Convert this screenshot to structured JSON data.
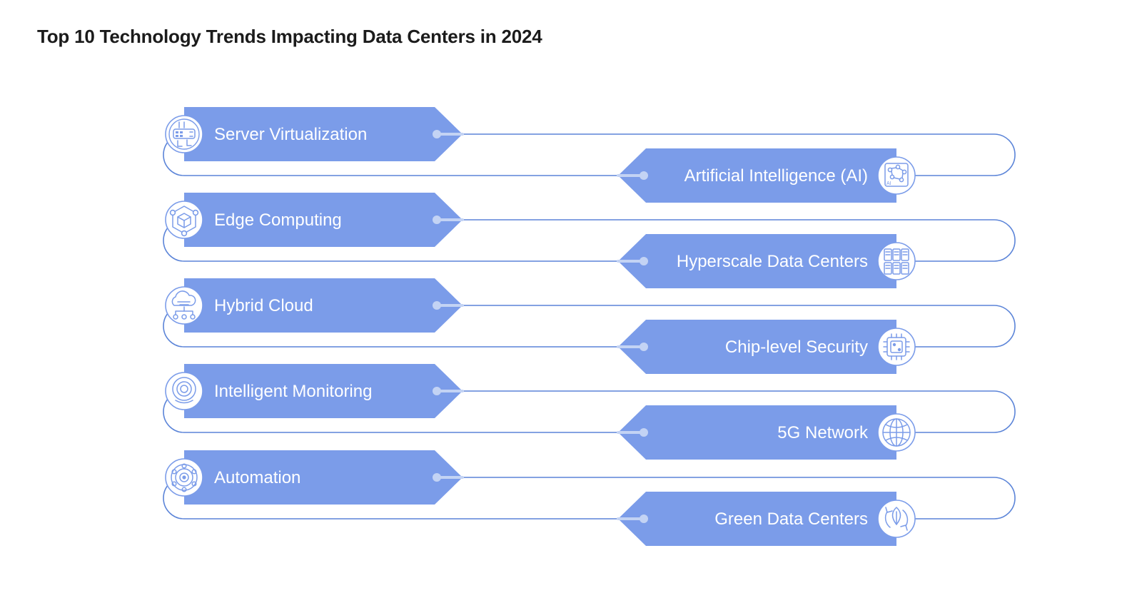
{
  "header": {
    "title": "Top 10 Technology Trends Impacting Data Centers in 2024"
  },
  "theme": {
    "band_fill": "#7b9ce9",
    "outline_stroke": "#5b84d8",
    "stub_color": "#c3d3f4",
    "label_color": "#ffffff",
    "title_color": "#1b1b1b",
    "background": "#ffffff"
  },
  "chart_data": {
    "type": "diagram",
    "title": "Top 10 Technology Trends Impacting Data Centers in 2024",
    "layout": "alternating zig-zag arrow bands with rounded connector rails",
    "count": 10,
    "items": [
      {
        "index": 1,
        "label": "Server Virtualization",
        "side": "left",
        "icon": "server-rack-icon"
      },
      {
        "index": 2,
        "label": "Artificial Intelligence (AI)",
        "side": "right",
        "icon": "ai-circuit-board-icon"
      },
      {
        "index": 3,
        "label": "Edge Computing",
        "side": "left",
        "icon": "hexagon-cube-node-icon"
      },
      {
        "index": 4,
        "label": "Hyperscale Data Centers",
        "side": "right",
        "icon": "server-racks-grid-icon"
      },
      {
        "index": 5,
        "label": "Hybrid Cloud",
        "side": "left",
        "icon": "cloud-network-icon"
      },
      {
        "index": 6,
        "label": "Chip-level Security",
        "side": "right",
        "icon": "cpu-chip-icon"
      },
      {
        "index": 7,
        "label": "Intelligent Monitoring",
        "side": "left",
        "icon": "sensor-eye-icon"
      },
      {
        "index": 8,
        "label": "5G Network",
        "side": "right",
        "icon": "globe-icon"
      },
      {
        "index": 9,
        "label": "Automation",
        "side": "left",
        "icon": "gear-orbit-icon"
      },
      {
        "index": 10,
        "label": "Green Data Centers",
        "side": "right",
        "icon": "leaf-recycle-icon"
      }
    ]
  }
}
